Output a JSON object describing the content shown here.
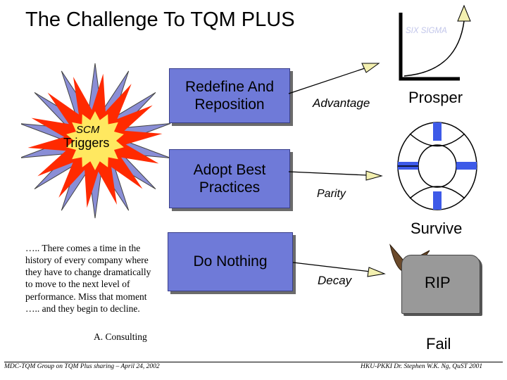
{
  "title": "The Challenge To TQM PLUS",
  "burst": {
    "top_label": "SCM",
    "main_label": "Triggers"
  },
  "strategies": [
    {
      "label": "Redefine And Reposition"
    },
    {
      "label": "Adopt Best Practices"
    },
    {
      "label": "Do Nothing"
    }
  ],
  "outcomes": [
    {
      "trend": "Advantage",
      "result": "Prosper"
    },
    {
      "trend": "Parity",
      "result": "Survive"
    },
    {
      "trend": "Decay",
      "result": "Fail"
    }
  ],
  "six_sigma_label": "SIX SIGMA",
  "tombstone_text": "RIP",
  "quote": {
    "text": "….. There comes a time in the history of every company where they have to change dramatically to move to the next level of performance. Miss that moment ….. and they begin to decline.",
    "attribution": "A. Consulting"
  },
  "footer": {
    "left": "MDC-TQM Group on TQM Plus sharing – April 24, 2002",
    "right": "HKU-PKKI Dr. Stephen W.K. Ng, QuST 2001"
  },
  "colors": {
    "box": "#6f7ad8",
    "burst_outer": "#8a8ed6",
    "burst_inner": "#ff2a00",
    "burst_center": "#ffe860",
    "arrow_head": "#f3f0b0",
    "lifebuoy_blue": "#3d5ae8"
  }
}
